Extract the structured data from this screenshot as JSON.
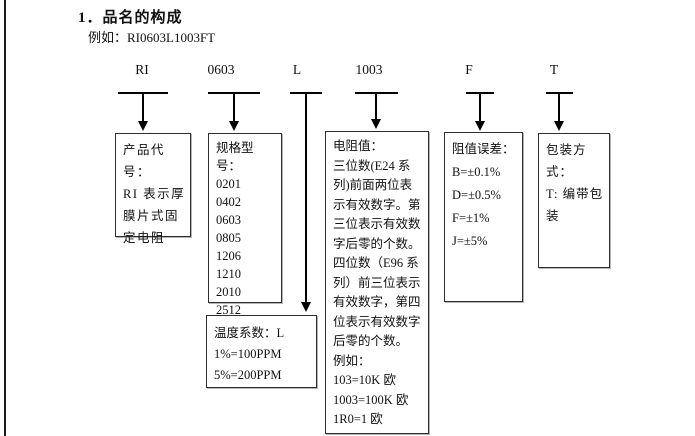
{
  "title": "1．品名的构成",
  "example": "例如：RI0603L1003FT",
  "codes": {
    "product": "RI",
    "size": "0603",
    "tcr": "L",
    "resistance": "1003",
    "tolerance": "F",
    "packaging": "T"
  },
  "boxes": {
    "product": {
      "text": "产品代号：\nRI 表示厚\n膜片式固\n定电阻"
    },
    "size": {
      "text": "规格型号：\n0201\n0402\n0603\n0805\n1206\n1210\n2010\n2512"
    },
    "temp": {
      "text": "温度系数：L\n1%=100PPM\n5%=200PPM"
    },
    "resistance": {
      "text": "电阻值：\n三位数(E24 系\n列)前面两位表\n示有效数字。第\n三位表示有效数\n字后零的个数。\n四位数（E96 系\n列）前三位表示\n有效数字，第四\n位表示有效数字\n后零的个数。\n例如：\n103=10K 欧\n1003=100K 欧\n1R0=1 欧"
    },
    "tolerance": {
      "text": "阻值误差：\nB=±0.1%\nD=±0.5%\nF=±1%\nJ=±5%"
    },
    "packaging": {
      "text": "包装方式：\nT: 编带包\n装"
    }
  }
}
